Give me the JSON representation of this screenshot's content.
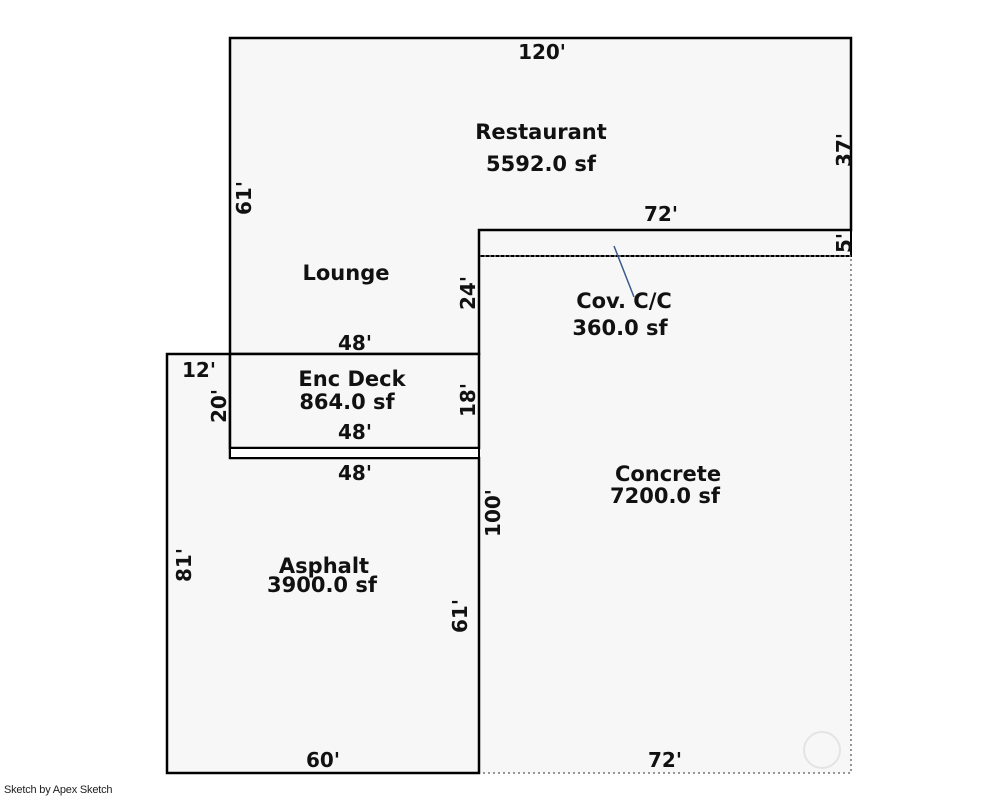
{
  "areas": {
    "restaurant": {
      "label": "Restaurant",
      "area": "5592.0 sf"
    },
    "lounge": {
      "label": "Lounge"
    },
    "cov_cc": {
      "label": "Cov. C/C",
      "area": "360.0 sf"
    },
    "enc_deck": {
      "label": "Enc Deck",
      "area": "864.0 sf"
    },
    "concrete": {
      "label": "Concrete",
      "area": "7200.0 sf"
    },
    "asphalt": {
      "label": "Asphalt",
      "area": "3900.0 sf"
    }
  },
  "dimensions": {
    "restaurant_top": "120'",
    "restaurant_right": "37'",
    "restaurant_left": "61'",
    "cov_top": "72'",
    "cov_right": "5'",
    "inner_vertical": "24'",
    "lounge_bottom": "48'",
    "deck_left_offset": "12'",
    "deck_left": "20'",
    "deck_inner_bottom": "48'",
    "deck_right": "18'",
    "deck_bottom": "48'",
    "concrete_left": "100'",
    "asphalt_left": "81'",
    "asphalt_right": "61'",
    "asphalt_bottom": "60'",
    "concrete_bottom": "72'"
  },
  "credit": "Sketch by Apex Sketch",
  "colors": {
    "fill": "#f7f7f7",
    "line": "#000000",
    "dotted": "#777777",
    "pointer": "#3a5a8a"
  }
}
